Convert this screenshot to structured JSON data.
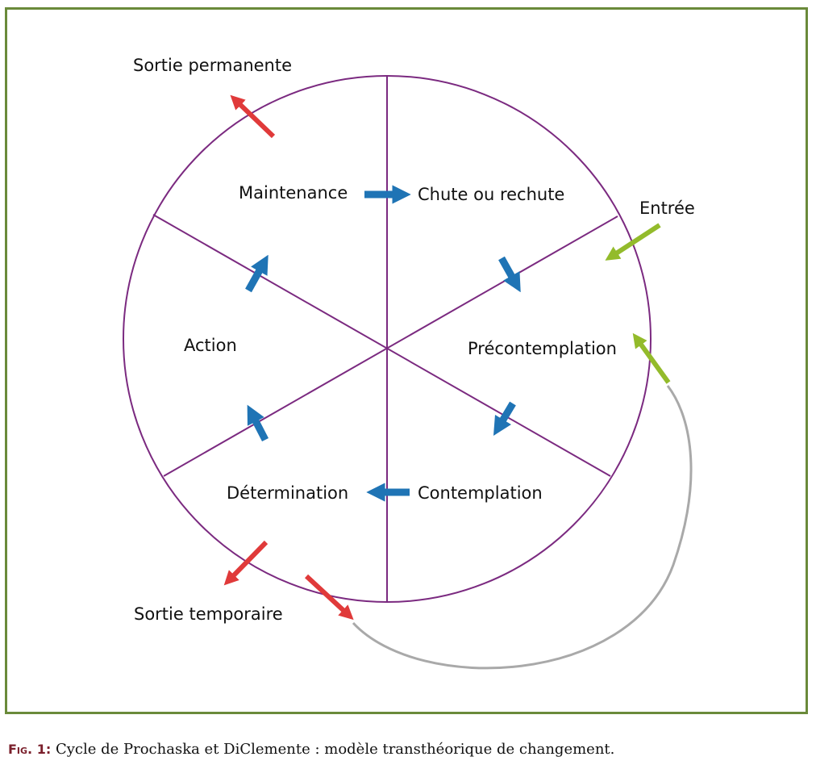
{
  "colors": {
    "circle": "#7b2a80",
    "cycle_arrow": "#1f74b5",
    "exit_arrow": "#e03a3a",
    "entry_arrow": "#93bb2b",
    "return_curve": "#a9a9a9",
    "frame": "#6a8a3a",
    "caption_prefix": "#7a1f2b"
  },
  "stages": {
    "maintenance": "Maintenance",
    "relapse": "Chute ou rechute",
    "precontemplation": "Précontemplation",
    "contemplation": "Contemplation",
    "determination": "Détermination",
    "action": "Action"
  },
  "exits": {
    "permanent": "Sortie permanente",
    "temporary": "Sortie temporaire",
    "entry": "Entrée"
  },
  "caption": {
    "prefix": "Fig. 1:",
    "text": " Cycle de Prochaska et DiClemente : modèle transthéorique de changement."
  }
}
